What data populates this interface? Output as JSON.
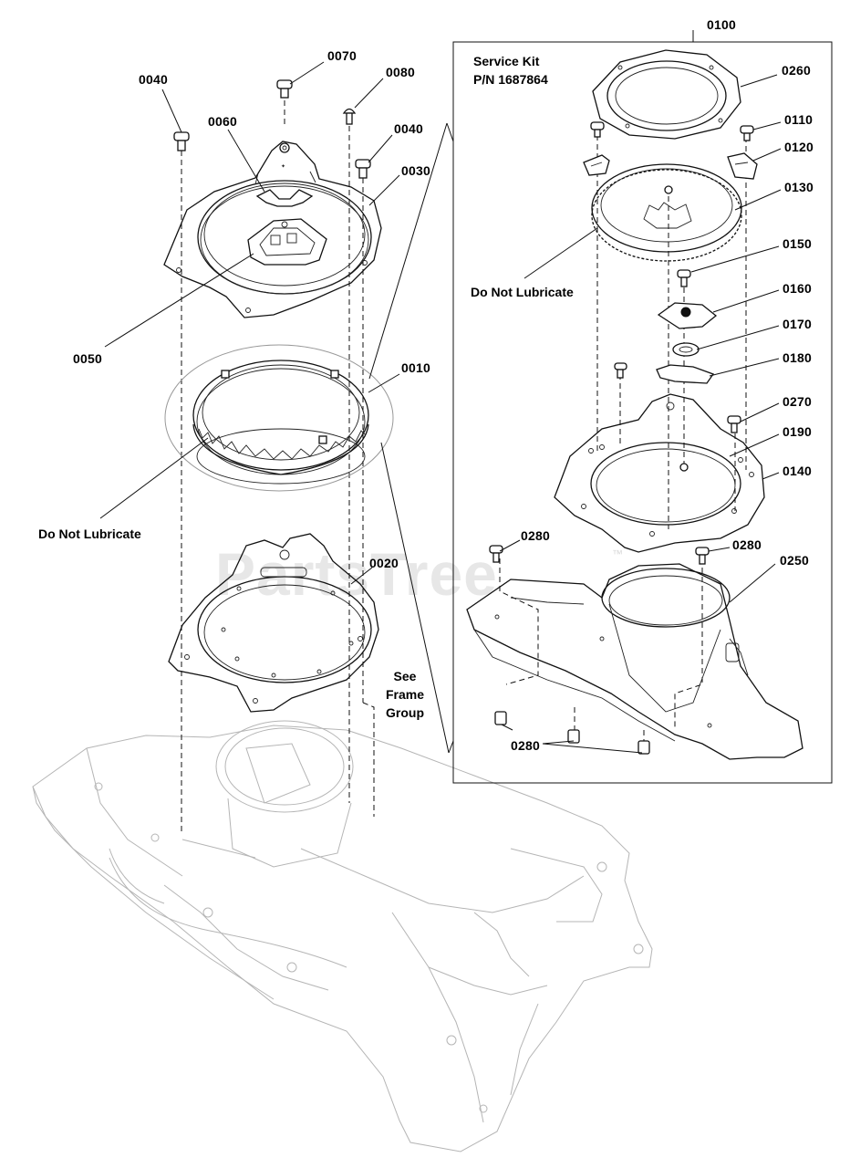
{
  "watermark": {
    "text": "PartsTree",
    "trademark": "™"
  },
  "service_kit": {
    "title": "Service Kit",
    "part_number": "P/N 1687864",
    "kit_label": "0100"
  },
  "notes": {
    "do_not_lubricate_left": "Do Not Lubricate",
    "do_not_lubricate_right": "Do Not Lubricate",
    "see_frame_group": [
      "See",
      "Frame",
      "Group"
    ]
  },
  "callouts_left": {
    "c0040a": "0040",
    "c0070": "0070",
    "c0080": "0080",
    "c0060": "0060",
    "c0040b": "0040",
    "c0030": "0030",
    "c0050": "0050",
    "c0010": "0010",
    "c0020": "0020"
  },
  "callouts_right": {
    "c0260": "0260",
    "c0110": "0110",
    "c0120": "0120",
    "c0130": "0130",
    "c0150": "0150",
    "c0160": "0160",
    "c0170": "0170",
    "c0180": "0180",
    "c0270": "0270",
    "c0190": "0190",
    "c0140": "0140",
    "c0280a": "0280",
    "c0280b": "0280",
    "c0250": "0250",
    "c0280c": "0280"
  }
}
